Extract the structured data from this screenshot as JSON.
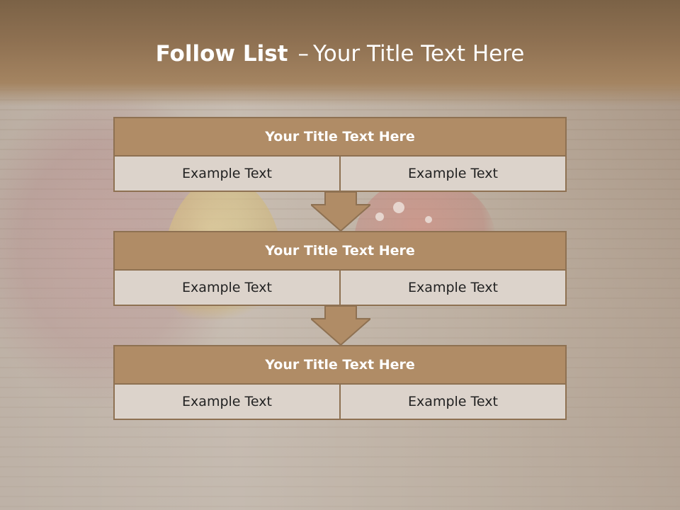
{
  "slide": {
    "title_bold": "Follow List",
    "title_separator": "–",
    "title_rest": "Your Title Text Here"
  },
  "steps": [
    {
      "title": "Your Title Text Here",
      "cells": [
        "Example Text",
        "Example Text"
      ]
    },
    {
      "title": "Your Title Text Here",
      "cells": [
        "Example Text",
        "Example Text"
      ]
    },
    {
      "title": "Your Title Text Here",
      "cells": [
        "Example Text",
        "Example Text"
      ]
    }
  ],
  "colors": {
    "header": "#8f7152",
    "block_title": "#b08c66",
    "cell": "#dcd3cb",
    "border": "#8e7152",
    "arrow": "#b08c66"
  }
}
